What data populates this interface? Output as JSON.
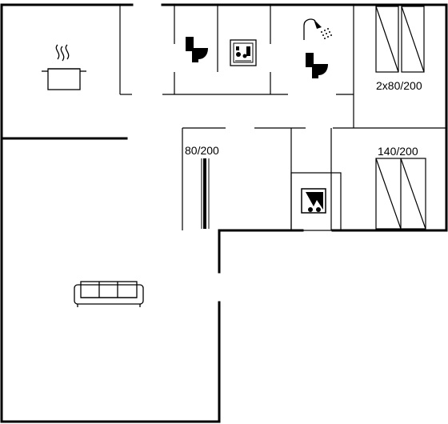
{
  "bed_labels": {
    "top_right": "2x80/200",
    "middle_left": "80/200",
    "middle_right": "140/200"
  },
  "icons": {
    "kitchen": "cooking-pot-icon",
    "toilet_1": "toilet-icon",
    "washer": "washing-machine-icon",
    "shower": "shower-icon",
    "toilet_2": "toilet-icon",
    "fireplace": "fireplace-icon",
    "sofa": "sofa-icon"
  }
}
